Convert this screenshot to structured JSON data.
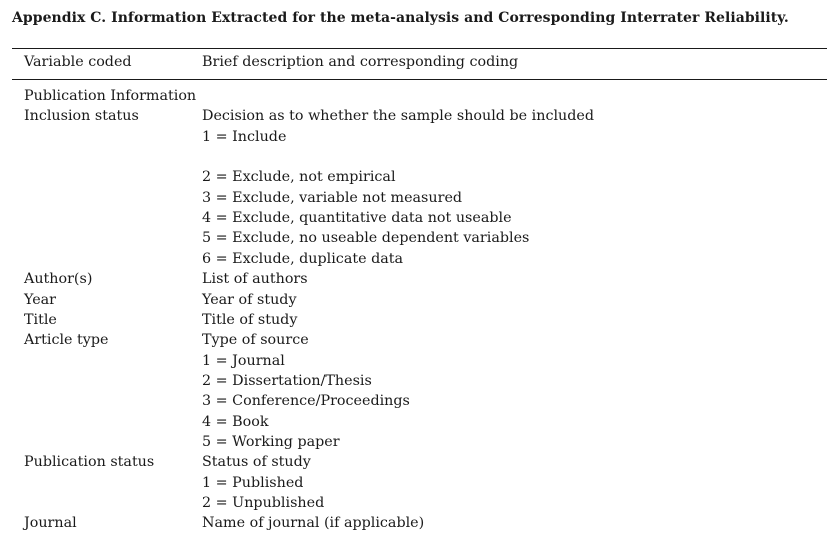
{
  "title": "Appendix C. Information Extracted for the meta-analysis and Corresponding Interrater Reliability.",
  "columns": {
    "variable": "Variable coded",
    "description": "Brief description and corresponding coding"
  },
  "rows": [
    {
      "variable": "Publication Information",
      "description": ""
    },
    {
      "variable": "Inclusion status",
      "description": "Decision as to whether the sample should be included"
    },
    {
      "variable": "",
      "description": "1 = Include"
    },
    {
      "variable": "",
      "description": ""
    },
    {
      "variable": "",
      "description": "2 = Exclude, not empirical"
    },
    {
      "variable": "",
      "description": "3 = Exclude, variable not measured"
    },
    {
      "variable": "",
      "description": "4 = Exclude, quantitative data not useable"
    },
    {
      "variable": "",
      "description": "5 = Exclude, no useable dependent variables"
    },
    {
      "variable": "",
      "description": "6 = Exclude, duplicate data"
    },
    {
      "variable": "Author(s)",
      "description": "List of authors"
    },
    {
      "variable": "Year",
      "description": "Year of study"
    },
    {
      "variable": "Title",
      "description": "Title of study"
    },
    {
      "variable": "Article type",
      "description": "Type of source"
    },
    {
      "variable": "",
      "description": "1 = Journal"
    },
    {
      "variable": "",
      "description": "2 = Dissertation/Thesis"
    },
    {
      "variable": "",
      "description": "3 = Conference/Proceedings"
    },
    {
      "variable": "",
      "description": "4 = Book"
    },
    {
      "variable": "",
      "description": "5 = Working paper"
    },
    {
      "variable": "Publication status",
      "description": "Status of study"
    },
    {
      "variable": "",
      "description": "1 = Published"
    },
    {
      "variable": "",
      "description": "2 = Unpublished"
    },
    {
      "variable": "Journal",
      "description": "Name of journal (if applicable)"
    }
  ]
}
